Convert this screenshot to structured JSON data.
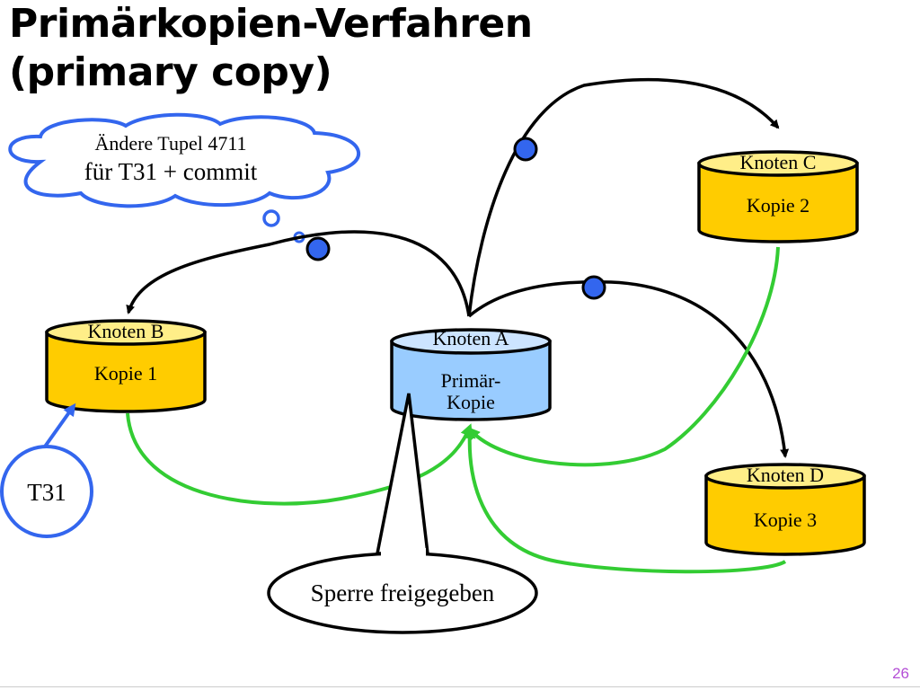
{
  "slide": {
    "title_line1": "Primärkopien-Verfahren",
    "title_line2": "(primary copy)",
    "page_number": "26"
  },
  "thought": {
    "line1": "Ändere Tupel 4711",
    "line2": "für T31 + commit"
  },
  "nodes": {
    "a": {
      "label": "Knoten A",
      "content_line1": "Primär-",
      "content_line2": "Kopie"
    },
    "b": {
      "label": "Knoten B",
      "content": "Kopie 1"
    },
    "c": {
      "label": "Knoten C",
      "content": "Kopie 2"
    },
    "d": {
      "label": "Knoten D",
      "content": "Kopie 3"
    }
  },
  "transaction": "T31",
  "callout": "Sperre freigegeben",
  "colors": {
    "yellow_fill": "#ffcc00",
    "yellow_top": "#ffee88",
    "blue_fill": "#99ccff",
    "blue_top": "#cce4ff",
    "green": "#33cc33",
    "blue_line": "#3366ee",
    "dot_fill": "#3366ee",
    "page_number": "#b44fd6"
  }
}
